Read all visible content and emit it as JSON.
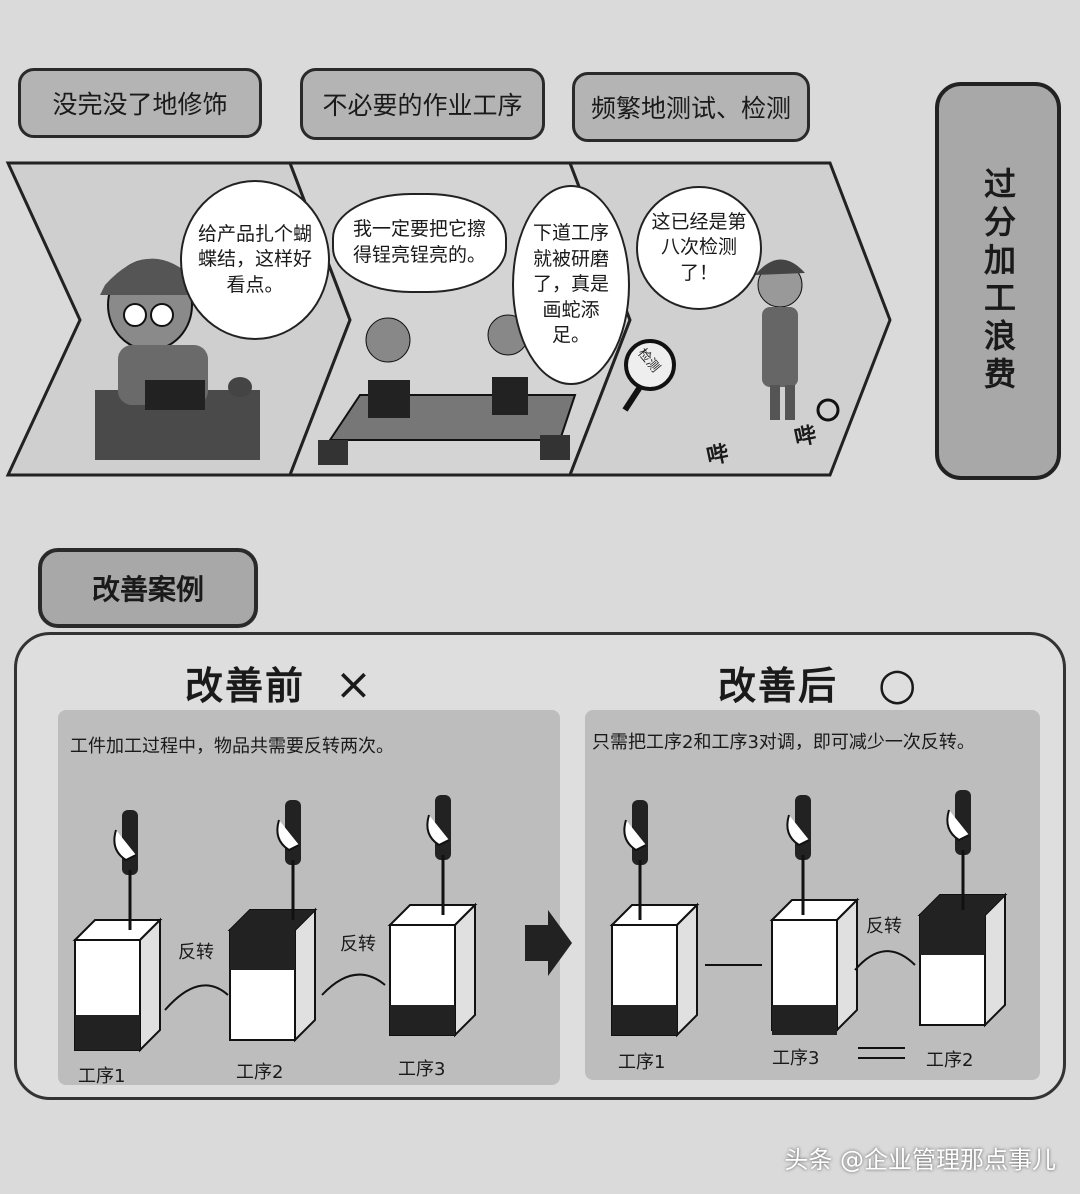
{
  "top_tags": [
    "没完没了地修饰",
    "不必要的作业工序",
    "频繁地测试、检测"
  ],
  "side_title": "过分加工浪费",
  "comic": {
    "panel1_bubble": "给产品扎个蝴蝶结，这样好看点。",
    "panel2_bubble": "我一定要把它擦得锃亮锃亮的。",
    "panel2b_bubble": "下道工序就被研磨了，真是画蛇添足。",
    "panel3_bubble": "这已经是第八次检测了！",
    "magnifier_text": "检测",
    "sound_effect": "哔 哔"
  },
  "case_label": "改善案例",
  "before": {
    "title": "改善前",
    "mark": "×",
    "desc": "工件加工过程中，物品共需要反转两次。",
    "flip1": "反转",
    "flip2": "反转",
    "steps": [
      "工序1",
      "工序2",
      "工序3"
    ]
  },
  "after": {
    "title": "改善后",
    "mark": "○",
    "desc": "只需把工序2和工序3对调，即可减少一次反转。",
    "flip": "反转",
    "steps": [
      "工序1",
      "工序3",
      "工序2"
    ]
  },
  "watermark": "头条 @企业管理那点事儿"
}
